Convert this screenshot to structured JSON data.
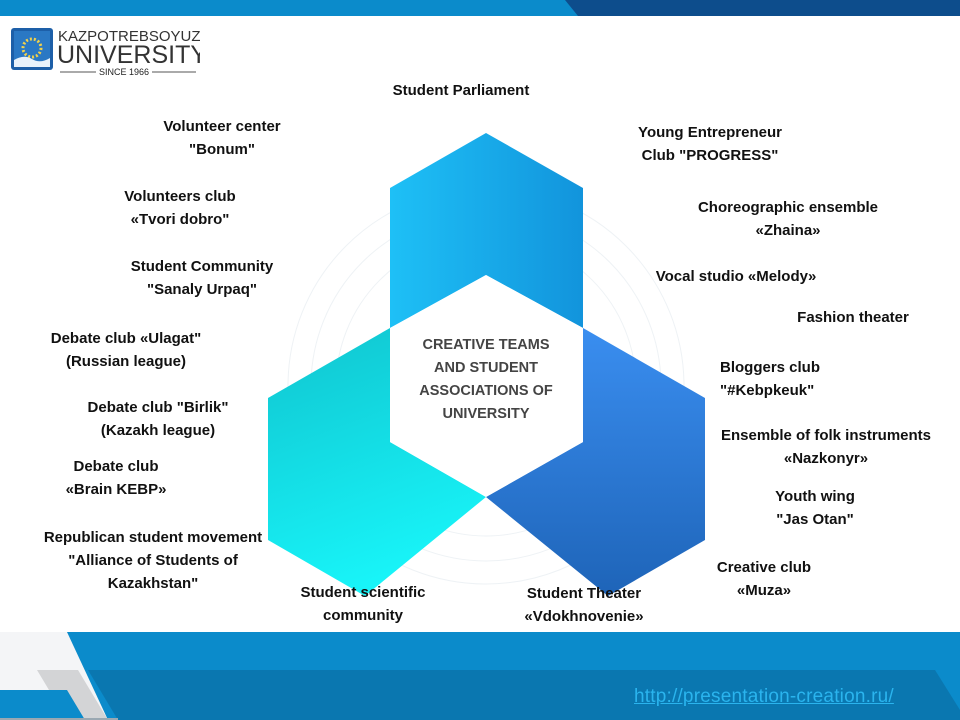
{
  "logo": {
    "line1": "KAZPOTREBSOYUZ",
    "line2": "UNIVERSITY",
    "since": "SINCE 1966"
  },
  "center_title": [
    "CREATIVE TEAMS",
    "AND STUDENT",
    "ASSOCIATIONS OF",
    "UNIVERSITY"
  ],
  "labels": {
    "student_parliament": [
      "Student Parliament"
    ],
    "volunteer_center": [
      "Volunteer center",
      "\"Bonum\""
    ],
    "young_entrepreneur": [
      "Young Entrepreneur",
      "Club \"PROGRESS\""
    ],
    "volunteers_club": [
      "Volunteers club",
      "«Tvori dobro\""
    ],
    "choreographic": [
      "Choreographic ensemble",
      "«Zhaina»"
    ],
    "student_community": [
      "Student Community",
      "\"Sanaly Urpaq\""
    ],
    "vocal_studio": [
      "Vocal studio «Melody»"
    ],
    "fashion_theater": [
      "Fashion theater"
    ],
    "debate_ulagat": [
      "Debate club «Ulagat\"",
      "(Russian league)"
    ],
    "bloggers_club": [
      "Bloggers club",
      "\"#Kebpkeuk\""
    ],
    "debate_birlik": [
      "Debate club \"Birlik\"",
      "(Kazakh league)"
    ],
    "folk_ensemble": [
      "Ensemble of folk instruments",
      "«Nazkonyr»"
    ],
    "debate_brain": [
      "Debate club",
      "«Brain KEBP»"
    ],
    "youth_wing": [
      "Youth wing",
      "\"Jas Otan\""
    ],
    "republican_movement": [
      "Republican student movement",
      "\"Alliance of Students of",
      "Kazakhstan\""
    ],
    "creative_club": [
      "Creative club",
      "«Muza»"
    ],
    "scientific_community": [
      "Student scientific",
      "community"
    ],
    "student_theater": [
      "Student Theater",
      "«Vdokhnovenie»"
    ]
  },
  "footer": {
    "link": "http://presentation-creation.ru/"
  },
  "colors": {
    "top_light": "#0b8bcb",
    "top_dark": "#0d4d8c",
    "hex_top": "#1ab4f0",
    "hex_left": "#12d8e0",
    "hex_right": "#2f7ed8",
    "link": "#2ab4ee"
  }
}
